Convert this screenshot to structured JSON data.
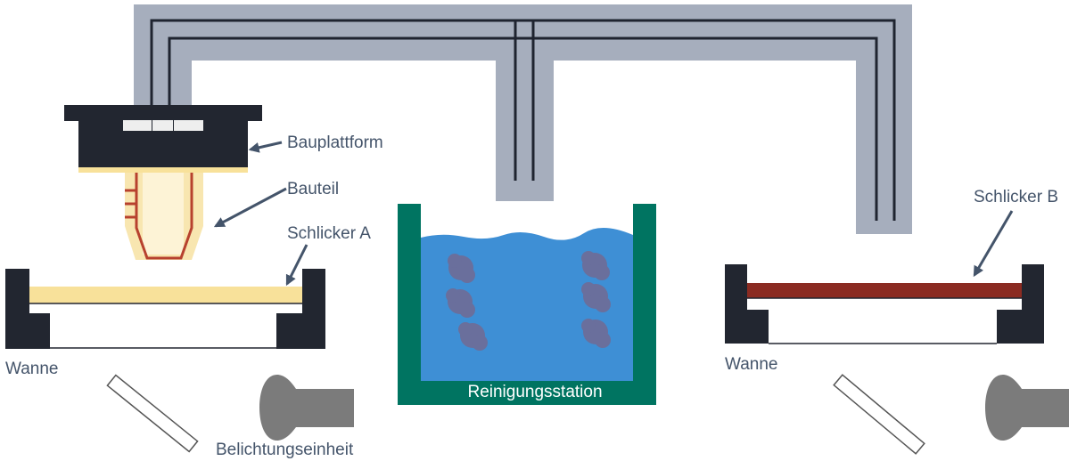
{
  "labels": {
    "build_platform": "Bauplattform",
    "part": "Bauteil",
    "slurry_a": "Schlicker A",
    "slurry_b": "Schlicker B",
    "vat_left": "Wanne",
    "vat_right": "Wanne",
    "cleaning_station": "Reinigungsstation",
    "exposure_unit": "Belichtungseinheit"
  },
  "colors": {
    "rail": "#a6aebd",
    "cable": "#1f2430",
    "platform": "#222630",
    "part_fill": "#f8e6b0",
    "part_outline": "#b7412e",
    "slurry_a": "#f8e19a",
    "slurry_b": "#8b2b22",
    "vat": "#222630",
    "station_frame": "#007461",
    "water": "#3e8fd5",
    "particles": "#6a6f9c",
    "mirror_fill": "#ffffff",
    "lamp": "#7b7b7b",
    "label_text": "#44546a"
  }
}
